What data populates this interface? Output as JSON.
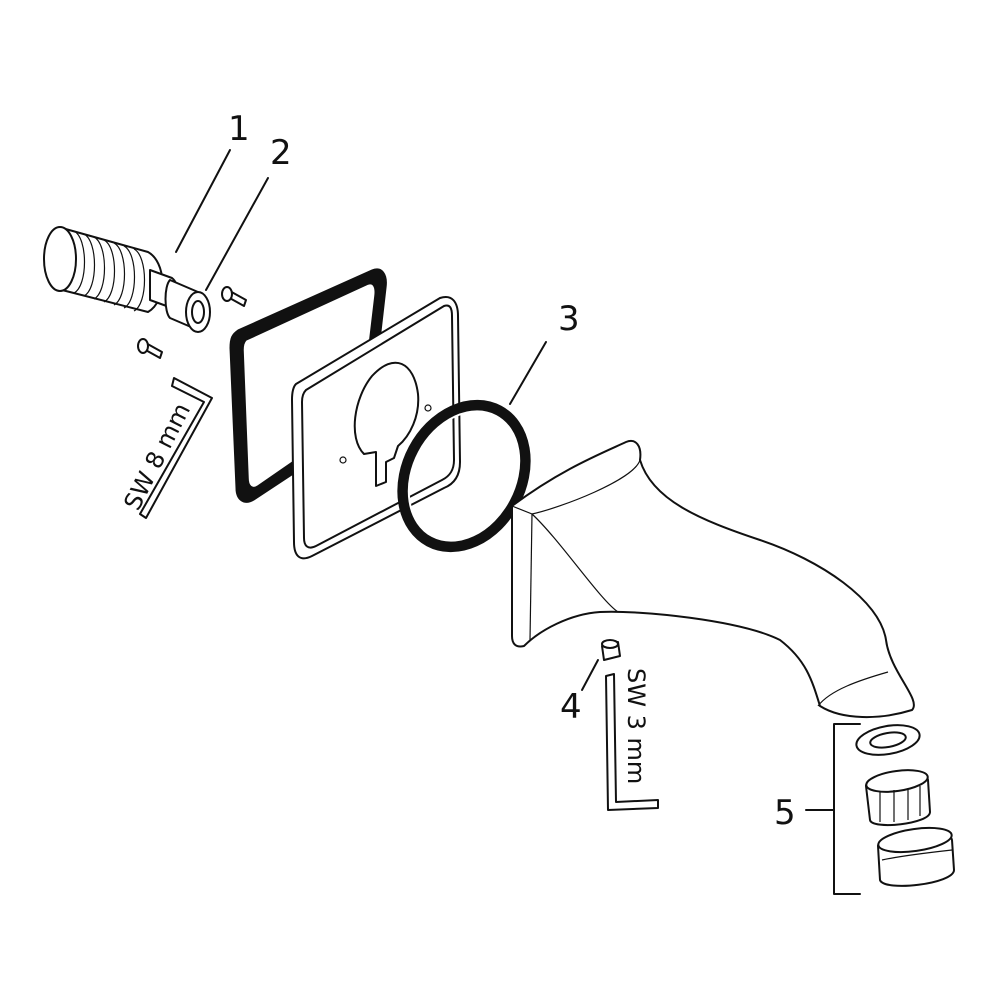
{
  "callouts": {
    "part_1": "1",
    "part_2": "2",
    "part_3": "3",
    "part_4": "4",
    "part_5": "5"
  },
  "tools": {
    "hex_key_large": "SW 8 mm",
    "hex_key_small": "SW 3 mm"
  },
  "icons": {
    "threaded_extension": "threaded-extension-icon",
    "escutcheon": "escutcheon-icon",
    "gasket": "square-gasket-icon",
    "o_ring": "o-ring-icon",
    "spout": "tub-spout-icon",
    "aerator": "aerator-icon",
    "set_screw": "set-screw-icon",
    "hex_key": "hex-key-icon"
  }
}
